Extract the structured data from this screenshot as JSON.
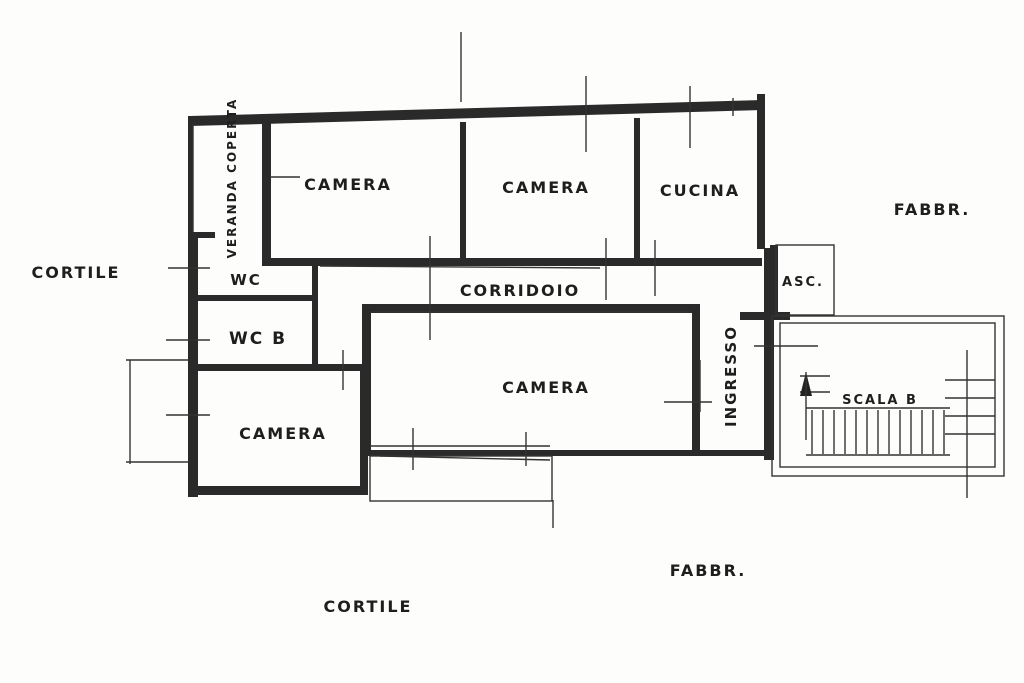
{
  "rooms": {
    "camera_1": "CAMERA",
    "camera_2": "CAMERA",
    "cucina": "CUCINA",
    "veranda": "VERANDA COPERTA",
    "wc": "WC",
    "wc_b": "WC B",
    "corridoio": "CORRIDOIO",
    "camera_3": "CAMERA",
    "camera_4": "CAMERA",
    "ingresso": "INGRESSO",
    "asc": "ASC.",
    "scala": "SCALA B"
  },
  "surroundings": {
    "cortile_west": "CORTILE",
    "cortile_south": "CORTILE",
    "fabbr_east": "FABBR.",
    "fabbr_south": "FABBR."
  }
}
